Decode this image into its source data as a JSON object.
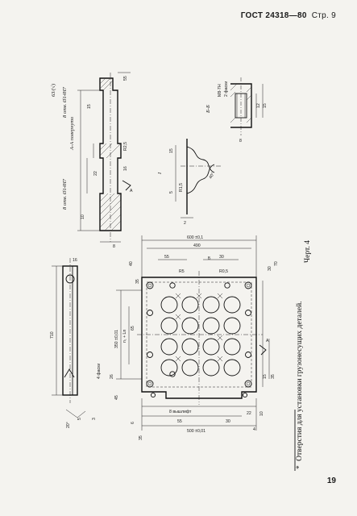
{
  "header": {
    "standard": "ГОСТ 24318—80",
    "page_label": "Стр. 9"
  },
  "page_number": "19",
  "caption": {
    "bullet": "*",
    "text": "Отверстия для установки грузонесущих деталей.",
    "figure": "Черт. 4"
  },
  "labels": {
    "roughness": "63/(√)",
    "section_aa": "А-А повернуто",
    "section_bb": "Б-Б",
    "thread": "М8-7Н",
    "depth": "2 фаски",
    "dim_600": "600 ±0,1",
    "dim_490": "490",
    "dim_350": "350 ±0,01",
    "dim_500": "500 ±0,01",
    "dim_710": "710",
    "dim_55": "55",
    "dim_30": "30",
    "dim_40": "40",
    "dim_65": "65",
    "holes_a": "8 отв. Ø14Н7",
    "holes_b": "8 отв. Ø14Н7",
    "view_i": "I",
    "angle_40": "40°",
    "angle_20": "20°",
    "r_15": "R1,5",
    "r_25": "R2,5",
    "dim_16": "16",
    "dim_5": "5",
    "dim_3": "3",
    "dim_2": "2",
    "dim_8": "8",
    "dim_4": "4",
    "dim_6": "6",
    "dim_35": "35",
    "dim_12": "12",
    "dim_22": "22",
    "dim_15": "15",
    "dim_10": "10",
    "dim_45": "45",
    "dim_70": "70",
    "dim_26": "26",
    "mark_a": "А",
    "mark_b": "Б",
    "vysht": "8 вышлифт",
    "formula": "n₁ + Lп",
    "edges": "4 фаски",
    "r_small": "R5",
    "ra": "R0,5"
  }
}
